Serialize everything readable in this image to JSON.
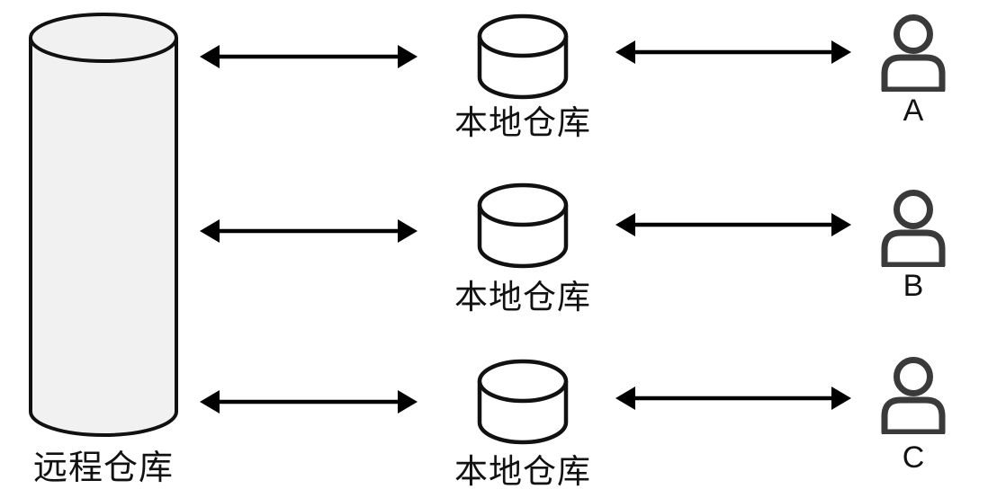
{
  "diagram": {
    "title": "git-remote-local-users-diagram",
    "remote": {
      "label": "远程仓库"
    },
    "rows": [
      {
        "local_label": "本地仓库",
        "user_label": "A"
      },
      {
        "local_label": "本地仓库",
        "user_label": "B"
      },
      {
        "local_label": "本地仓库",
        "user_label": "C"
      }
    ],
    "colors": {
      "stroke": "#111111",
      "remote_fill": "#f1f1f1",
      "local_fill": "#ffffff",
      "person_stroke": "#3a3a3a",
      "arrow": "#000000",
      "text": "#111111"
    }
  }
}
